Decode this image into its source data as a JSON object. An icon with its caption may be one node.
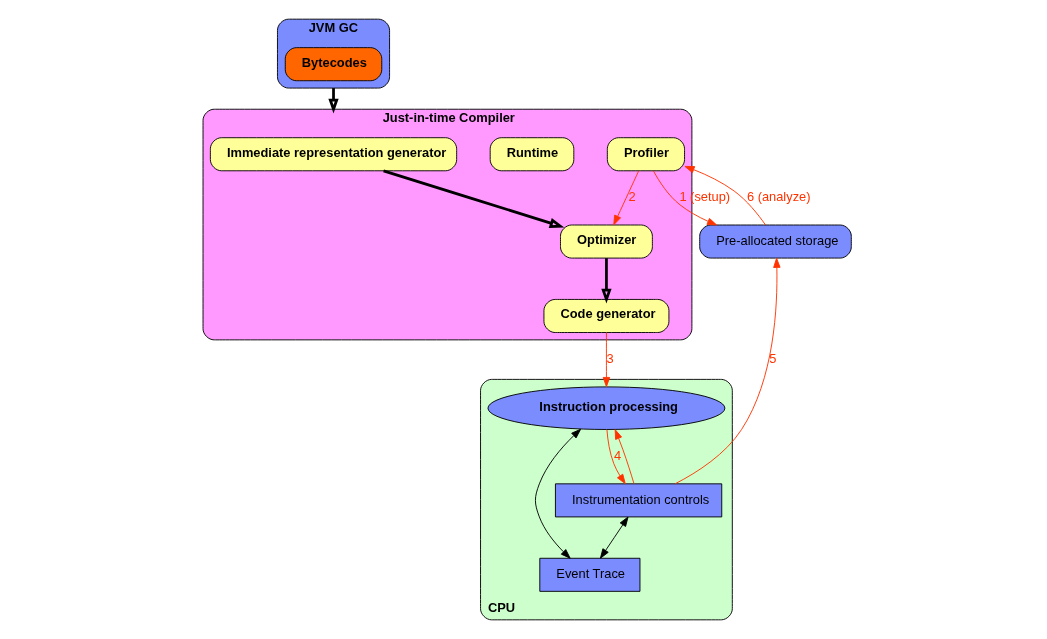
{
  "diagram": {
    "nodes": [
      {
        "text": [
          "JVM GC"
        ]
      },
      {
        "text": [
          "Bytecodes"
        ],
        "in": 0
      },
      {
        "text": [
          "Just-in-time Compiler"
        ]
      },
      {
        "text": [
          "Immediate representation generator"
        ],
        "in": 2
      },
      {
        "text": [
          "Optimizer"
        ],
        "in": 2
      },
      {
        "text": [
          "Code generator"
        ],
        "in": 2
      },
      {
        "text": [
          "Runtime"
        ],
        "in": 2
      },
      {
        "text": [
          "Profiler"
        ],
        "in": 2
      },
      {
        "text": [
          "CPU"
        ]
      },
      {
        "text": [
          "Instruction processing"
        ],
        "in": 8
      },
      {
        "text": [
          "Instrumentation controls"
        ],
        "in": 8
      },
      {
        "text": [
          "Event Trace"
        ],
        "in": 8
      },
      {
        "text": [
          "Pre-allocated storage"
        ]
      }
    ],
    "edges": [
      {
        "from": 0,
        "to": 2,
        "arrow": "to",
        "style": "thick",
        "color": "#000000"
      },
      {
        "from": 3,
        "to": 4,
        "arrow": "to",
        "style": "thick",
        "color": "#000000"
      },
      {
        "from": 4,
        "to": 5,
        "arrow": "to",
        "style": "thick",
        "color": "#000000"
      },
      {
        "from": 7,
        "to": 4,
        "arrow": "to",
        "label": "2"
      },
      {
        "from": 5,
        "to": 9,
        "arrow": "to",
        "label": "3"
      },
      {
        "from": 9,
        "to": 10,
        "arrow": "to",
        "label": "4"
      },
      {
        "from": 10,
        "to": 9,
        "arrow": "to"
      },
      {
        "from": 10,
        "to": 11,
        "arrow": "both",
        "color": "#000000"
      },
      {
        "from": 9,
        "to": 11,
        "arrow": "both",
        "color": "#000000"
      },
      {
        "from": 10,
        "to": 12,
        "arrow": "to",
        "label": "5"
      },
      {
        "from": 7,
        "to": 12,
        "arrow": "to",
        "label": "1 (setup)"
      },
      {
        "from": 12,
        "to": 7,
        "arrow": "to",
        "label": "6 (analyze)"
      }
    ]
  }
}
